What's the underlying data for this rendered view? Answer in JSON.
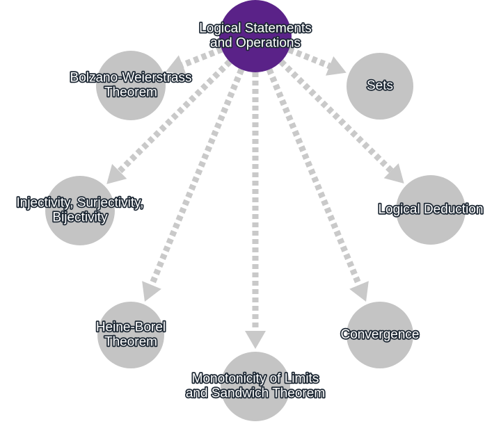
{
  "diagram": {
    "root_color": "#5a2288",
    "node_color": "#c4c4c4",
    "edge_color": "#c9c9c9",
    "label_outline": "#1c2733",
    "nodes": [
      {
        "id": "logical-statements",
        "lines": [
          "Logical Statements",
          "and Operations"
        ],
        "role": "root"
      },
      {
        "id": "bolzano-weierstrass",
        "lines": [
          "Bolzano-Weierstrass",
          "Theorem"
        ]
      },
      {
        "id": "sets",
        "lines": [
          "Sets"
        ]
      },
      {
        "id": "injectivity",
        "lines": [
          "Injectivity, Surjectivity,",
          "Bijectivity"
        ]
      },
      {
        "id": "logical-deduction",
        "lines": [
          "Logical Deduction"
        ]
      },
      {
        "id": "heine-borel",
        "lines": [
          "Heine-Borel",
          "Theorem"
        ]
      },
      {
        "id": "convergence",
        "lines": [
          "Convergence"
        ]
      },
      {
        "id": "monotonicity",
        "lines": [
          "Monotonicity of Limits",
          "and Sandwich Theorem"
        ]
      }
    ],
    "edges": [
      {
        "from": "logical-statements",
        "to": "bolzano-weierstrass"
      },
      {
        "from": "logical-statements",
        "to": "sets"
      },
      {
        "from": "logical-statements",
        "to": "injectivity"
      },
      {
        "from": "logical-statements",
        "to": "logical-deduction"
      },
      {
        "from": "logical-statements",
        "to": "heine-borel"
      },
      {
        "from": "logical-statements",
        "to": "convergence"
      },
      {
        "from": "logical-statements",
        "to": "monotonicity"
      }
    ]
  }
}
